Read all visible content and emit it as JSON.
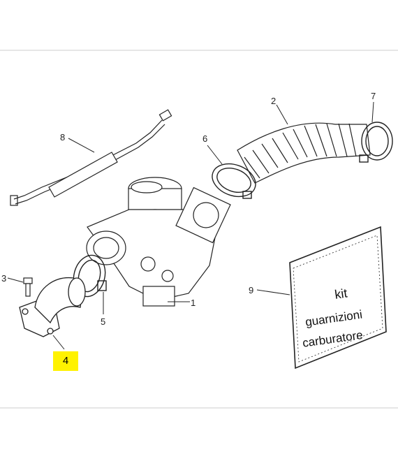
{
  "callouts": {
    "c1": "1",
    "c2": "2",
    "c3": "3",
    "c4": "4",
    "c5": "5",
    "c6": "6",
    "c7": "7",
    "c8": "8",
    "c9": "9"
  },
  "bag": {
    "line1": "kit",
    "line2": "guarnizioni",
    "line3": "carburatore"
  },
  "colors": {
    "highlight": "#fff200",
    "line": "#222222"
  }
}
